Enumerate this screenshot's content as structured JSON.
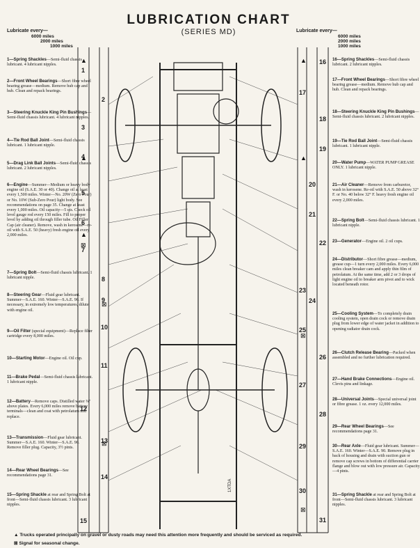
{
  "header": {
    "title": "LUBRICATION CHART",
    "subtitle": "(SERIES MD)",
    "lubricate_every": "Lubricate every—",
    "miles": [
      "6000 miles",
      "2000 miles",
      "1000 miles"
    ]
  },
  "left_items": [
    {
      "label": "1—Spring Shackles",
      "text": "—Semi-fluid chassis lubricant. 4 lubricant nipples."
    },
    {
      "label": "2—Front Wheel Bearings",
      "text": "—Short fibre wheel bearing grease—medium. Remove hub cap and hub. Clean and repack bearings."
    },
    {
      "label": "3—Steering Knuckle King Pin Bushings",
      "text": "—Semi-fluid chassis lubricant. 4 lubricant nipples."
    },
    {
      "label": "4—Tie Rod Ball Joint",
      "text": "—Semi-fluid chassis lubricant. 1 lubricant nipple."
    },
    {
      "label": "5—Drag Link Ball Joints",
      "text": "—Semi-fluid chassis lubricant. 2 lubricant nipples."
    },
    {
      "label": "6—Engine",
      "text": "—Summer—Medium or heavy body engine oil (S.A.E. 30 or 40). Change oil at least every 1,500 miles. Winter—No. 20W (Zero Pour) or No. 10W (Sub-Zero Pour) light body. See recommendations on page 35. Change at least every 1,000 miles. Oil capacity—5 qts. Check oil level gauge rod every 150 miles. Fill to proper level by adding oil through filler tube. Oil Filler Cap (air cleaner). Remove, wash in kerosene—re-oil with S.A.E. 50 (heavy) fresh engine oil every 2,000 miles."
    },
    {
      "label": "7—Spring Bolt",
      "text": "—Semi-fluid chassis lubricant. 1 lubricant nipple."
    },
    {
      "label": "8—Steering Gear",
      "text": "—Fluid gear lubricant. Summer—S.A.E. 160. Winter—S.A.E. 90. If necessary, in extremely low temperatures, dilute with engine oil."
    },
    {
      "label": "9—Oil Filter",
      "text": " (special equipment)—Replace filter cartridge every 8,000 miles."
    },
    {
      "label": "10—Starting Motor",
      "text": "—Engine oil. Oil cup."
    },
    {
      "label": "11—Brake Pedal",
      "text": "—Semi-fluid chassis lubricant. 1 lubricant nipple."
    },
    {
      "label": "12—Battery",
      "text": "—Remove caps. Distilled water ⅜\" above plates. Every 6,000 miles remove battery terminals—clean and coat with petrolatum and replace."
    },
    {
      "label": "13—Transmission",
      "text": "—Fluid gear lubricant. Summer—S.A.E. 160. Winter—S.A.E. 90. Remove filler plug. Capacity, 3½ pints."
    },
    {
      "label": "14—Rear Wheel Bearings",
      "text": "—See recommendations page 31."
    },
    {
      "label": "15—Spring Shackle",
      "text": " at rear and Spring Bolt at front—Semi-fluid chassis lubricant. 3 lubricant nipples."
    }
  ],
  "right_items": [
    {
      "label": "16—Spring Shackles",
      "text": "—Semi-fluid chassis lubricant. 2 lubricant nipples."
    },
    {
      "label": "17—Front Wheel Bearings",
      "text": "—Short fibre wheel bearing grease—medium. Remove hub cap and hub. Clean and repack bearings."
    },
    {
      "label": "18—Steering Knuckle King Pin Bushings",
      "text": "—Semi-fluid chassis lubricant. 2 lubricant nipples."
    },
    {
      "label": "19—Tie Rod Ball Joint",
      "text": "—Semi-fluid chassis lubricant. 1 lubricant nipple."
    },
    {
      "label": "20—Water Pump",
      "text": "—WATER PUMP GREASE ONLY. 1 lubricant nipple."
    },
    {
      "label": "21—Air Cleaner",
      "text": "—Remove from carburetor, wash in kerosene. Re-oil with S.A.E. 50 above 32° F. or No. 40 below 32° F. heavy fresh engine oil every 2,000 miles."
    },
    {
      "label": "22—Spring Bolt",
      "text": "—Semi-fluid chassis lubricant. 1 lubricant nipple."
    },
    {
      "label": "23—Generator",
      "text": "—Engine oil. 2 oil cups."
    },
    {
      "label": "24—Distributor",
      "text": "—Short fibre grease—medium, grease cup—1 turn every 2,000 miles. Every 6,000 miles clean breaker cam and apply thin film of petrolatum. At the same time, add 2 or 3 drops of light engine oil to breaker arm pivot and to wick located beneath rotor."
    },
    {
      "label": "25—Cooling System",
      "text": "—To completely drain cooling system, open drain cock or remove drain plug from lower edge of water jacket in addition to opening radiator drain cock."
    },
    {
      "label": "26—Clutch Release Bearing",
      "text": "—Packed when assembled and no further lubrication required."
    },
    {
      "label": "27—Hand Brake Connections",
      "text": "—Engine oil. Clevis pins and linkage."
    },
    {
      "label": "28—Universal Joints",
      "text": "—Special universal joint or fibre grease. 1 oz. every 12,000 miles."
    },
    {
      "label": "29—Rear Wheel Bearings",
      "text": "—See recommendations page 31."
    },
    {
      "label": "30—Rear Axle",
      "text": "—Fluid gear lubricant. Summer—S.A.E. 160. Winter—S.A.E. 90. Remove plug in back of housing and drain with suction gun or remove cap screws in bottom of differential carrier flange and blow out with low pressure air. Capacity—4 pints."
    },
    {
      "label": "31—Spring Shackle",
      "text": " at rear and Spring Bolt at front—Semi-fluid chassis lubricant. 3 lubricant nipples."
    }
  ],
  "left_numbers": [
    "1",
    "2",
    "3",
    "4",
    "5",
    "6",
    "7",
    "8",
    "9",
    "10",
    "11",
    "12",
    "13",
    "14",
    "15"
  ],
  "right_numbers": [
    "16",
    "17",
    "18",
    "19",
    "20",
    "21",
    "22",
    "23",
    "24",
    "25",
    "26",
    "27",
    "28",
    "29",
    "30",
    "31"
  ],
  "figure_code": "1XTDA",
  "footnotes": {
    "triangle": "▲  Trucks operated principally on gravel or dusty roads may need this attention more frequently and should be serviced as required.",
    "seasonal": "⊠  Signal for seasonal change."
  }
}
